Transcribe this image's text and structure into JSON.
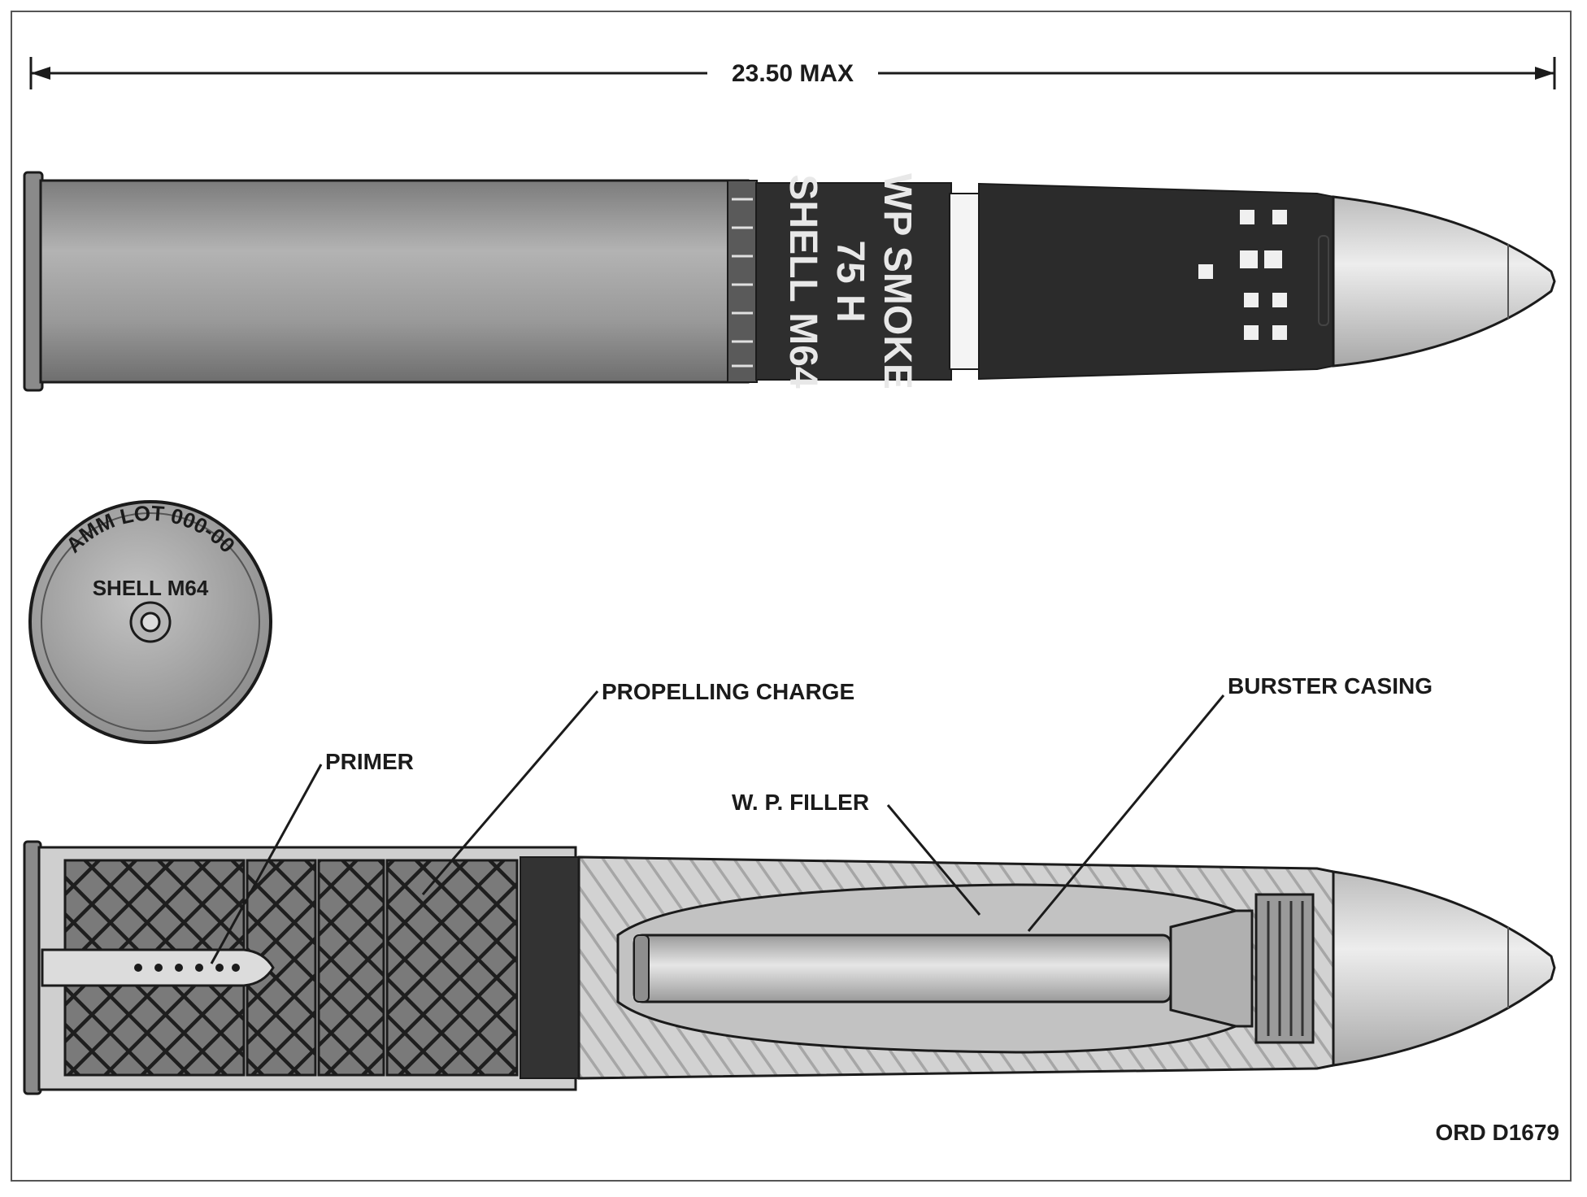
{
  "dimension": {
    "label": "23.50 MAX"
  },
  "shell_markings": {
    "line1": "WP SMOKE",
    "line2": "75 H",
    "line3": "SHELL M64"
  },
  "base_view": {
    "line1": "AMM LOT 000-00",
    "line2": "SHELL M64"
  },
  "callouts": {
    "primer": "PRIMER",
    "propelling_charge": "PROPELLING CHARGE",
    "wp_filler": "W. P. FILLER",
    "burster_casing": "BURSTER CASING"
  },
  "figure_id": "ORD D1679",
  "colors": {
    "ink": "#1b1b1b",
    "paper": "#ffffff",
    "case_fill": "#9c9c9c",
    "band_dark": "#2e2e2e",
    "ogive_light": "#d9d9d9",
    "section_fill": "#cfcfcf"
  }
}
